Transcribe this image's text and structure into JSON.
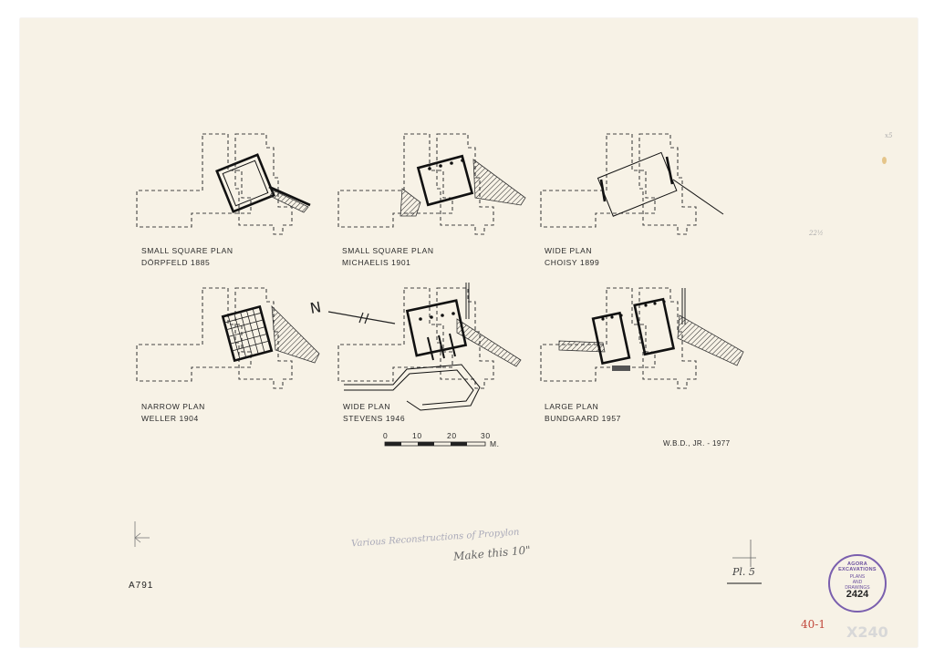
{
  "plans": [
    {
      "title": "SMALL SQUARE PLAN",
      "author": "DÖRPFELD 1885"
    },
    {
      "title": "SMALL SQUARE PLAN",
      "author": "MICHAELIS 1901"
    },
    {
      "title": "WIDE PLAN",
      "author": "CHOISY 1899"
    },
    {
      "title": "NARROW PLAN",
      "author": "WELLER 1904"
    },
    {
      "title": "WIDE PLAN",
      "author": "STEVENS 1946"
    },
    {
      "title": "LARGE PLAN",
      "author": "BUNDGAARD 1957"
    }
  ],
  "scale": {
    "ticks": [
      "0",
      "10",
      "20",
      "30"
    ],
    "unit": "M."
  },
  "north_label": "N",
  "signature": "W.B.D., JR. - 1977",
  "sheet_id": "A791",
  "notes": {
    "pencil_title": "Various Reconstructions of Propylon",
    "instruction": "Make this 10\"",
    "plate": "Pl. 5"
  },
  "stamp": {
    "text": "AGORA EXCAVATIONS",
    "sub1": "PLANS",
    "sub2": "AND",
    "sub3": "DRAWINGS",
    "number": "2424"
  },
  "red_notes": {
    "left": "40-1",
    "right": "X240"
  },
  "margin_marks": {
    "a": "22½",
    "b": "x5"
  }
}
